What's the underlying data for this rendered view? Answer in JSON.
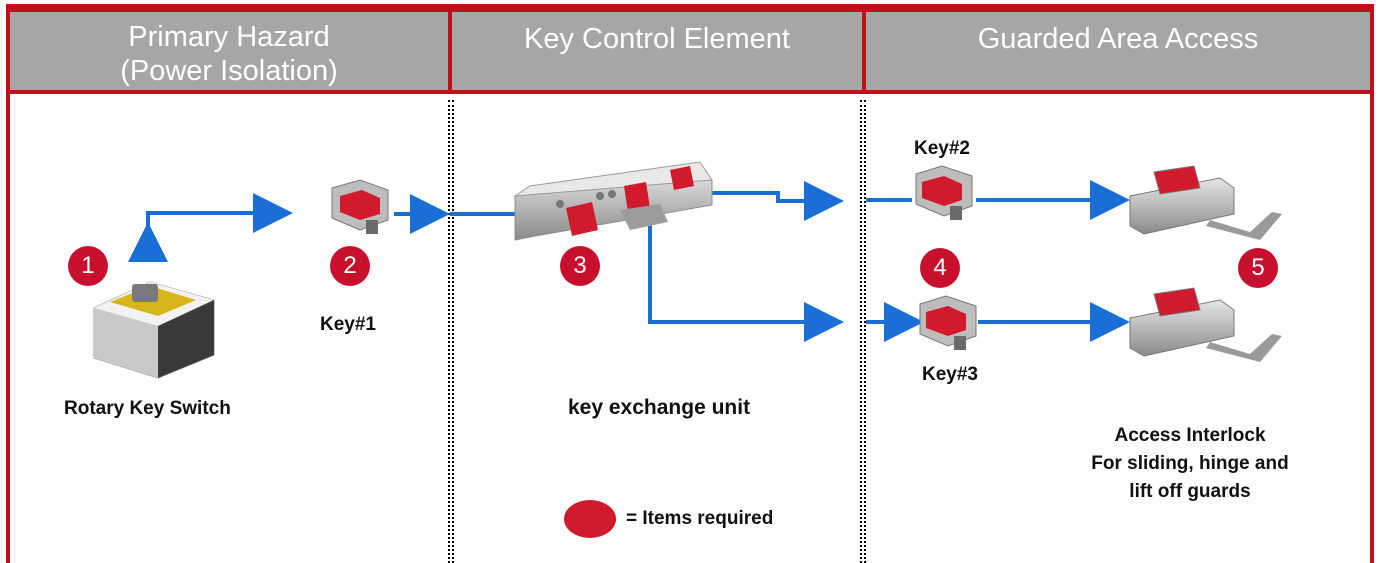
{
  "headers": {
    "primary_line1": "Primary Hazard",
    "primary_line2": "(Power Isolation)",
    "key_control": "Key Control Element",
    "guarded": "Guarded Area Access"
  },
  "steps": {
    "s1": "1",
    "s2": "2",
    "s3": "3",
    "s4": "4",
    "s5": "5"
  },
  "labels": {
    "rotary_switch": "Rotary Key Switch",
    "key1": "Key#1",
    "key2": "Key#2",
    "key3": "Key#3",
    "exchange_unit": "key exchange unit",
    "access_line1": "Access Interlock",
    "access_line2": "For sliding, hinge and",
    "access_line3": "lift off guards"
  },
  "legend": {
    "text": "= Items required"
  },
  "colors": {
    "header_bg": "#a6a6a6",
    "frame_red": "#c0101c",
    "badge_red": "#c8102e",
    "arrow_blue": "#1a6fd6"
  }
}
